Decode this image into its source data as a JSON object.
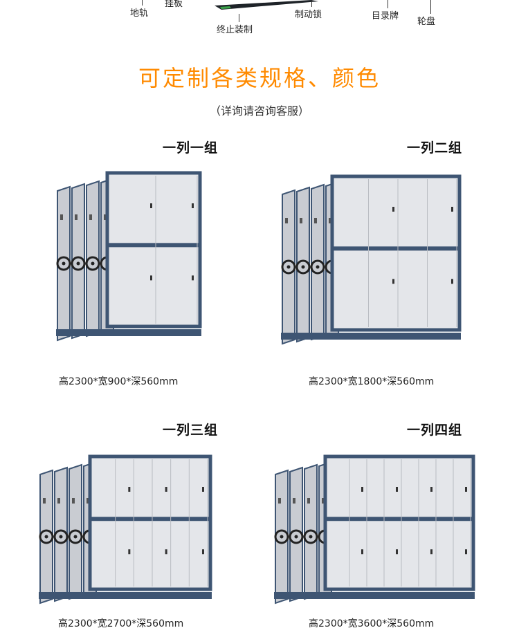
{
  "top_labels": {
    "ground_rail": "地轨",
    "hanging_board": "挂板",
    "end_device": "终止装制",
    "brake_lock": "制动锁",
    "directory_plate": "目录牌",
    "wheel": "轮盘"
  },
  "headline": "可定制各类规格、颜色",
  "subline": "（详询请咨询客服）",
  "groups": [
    {
      "title": "一列一组",
      "dims": "高2300*宽900*深560mm",
      "units": 1
    },
    {
      "title": "一列二组",
      "dims": "高2300*宽1800*深560mm",
      "units": 2
    },
    {
      "title": "一列三组",
      "dims": "高2300*宽2700*深560mm",
      "units": 3
    },
    {
      "title": "一列四组",
      "dims": "高2300*宽3600*深560mm",
      "units": 4
    }
  ],
  "colors": {
    "accent": "#ff8a00",
    "frame": "#3e5573",
    "panel": "#e4e6ea",
    "side": "#c9ccd2"
  }
}
